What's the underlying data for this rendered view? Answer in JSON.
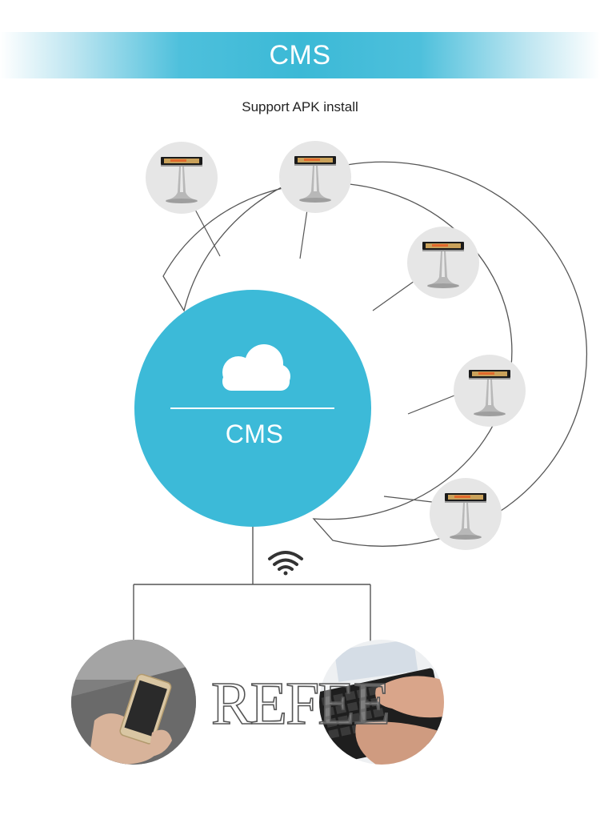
{
  "header": {
    "title": "CMS"
  },
  "subtitle": "Support APK install",
  "hub": {
    "label": "CMS",
    "icon": "cloud-icon",
    "color": "#3cbad8"
  },
  "connectivity_icon": "wifi-icon",
  "devices": [
    {
      "name": "touch-table-1",
      "icon": "table-icon"
    },
    {
      "name": "touch-table-2",
      "icon": "table-icon"
    },
    {
      "name": "touch-table-3",
      "icon": "table-icon"
    },
    {
      "name": "touch-table-4",
      "icon": "table-icon"
    },
    {
      "name": "touch-table-5",
      "icon": "table-icon"
    }
  ],
  "clients": [
    {
      "name": "smartphone",
      "icon": "phone-icon"
    },
    {
      "name": "keyboard",
      "icon": "keyboard-icon"
    }
  ],
  "watermark": "REFEE",
  "colors": {
    "accent": "#3cbad8",
    "line": "#555555",
    "device_bg": "#e6e6e6"
  }
}
